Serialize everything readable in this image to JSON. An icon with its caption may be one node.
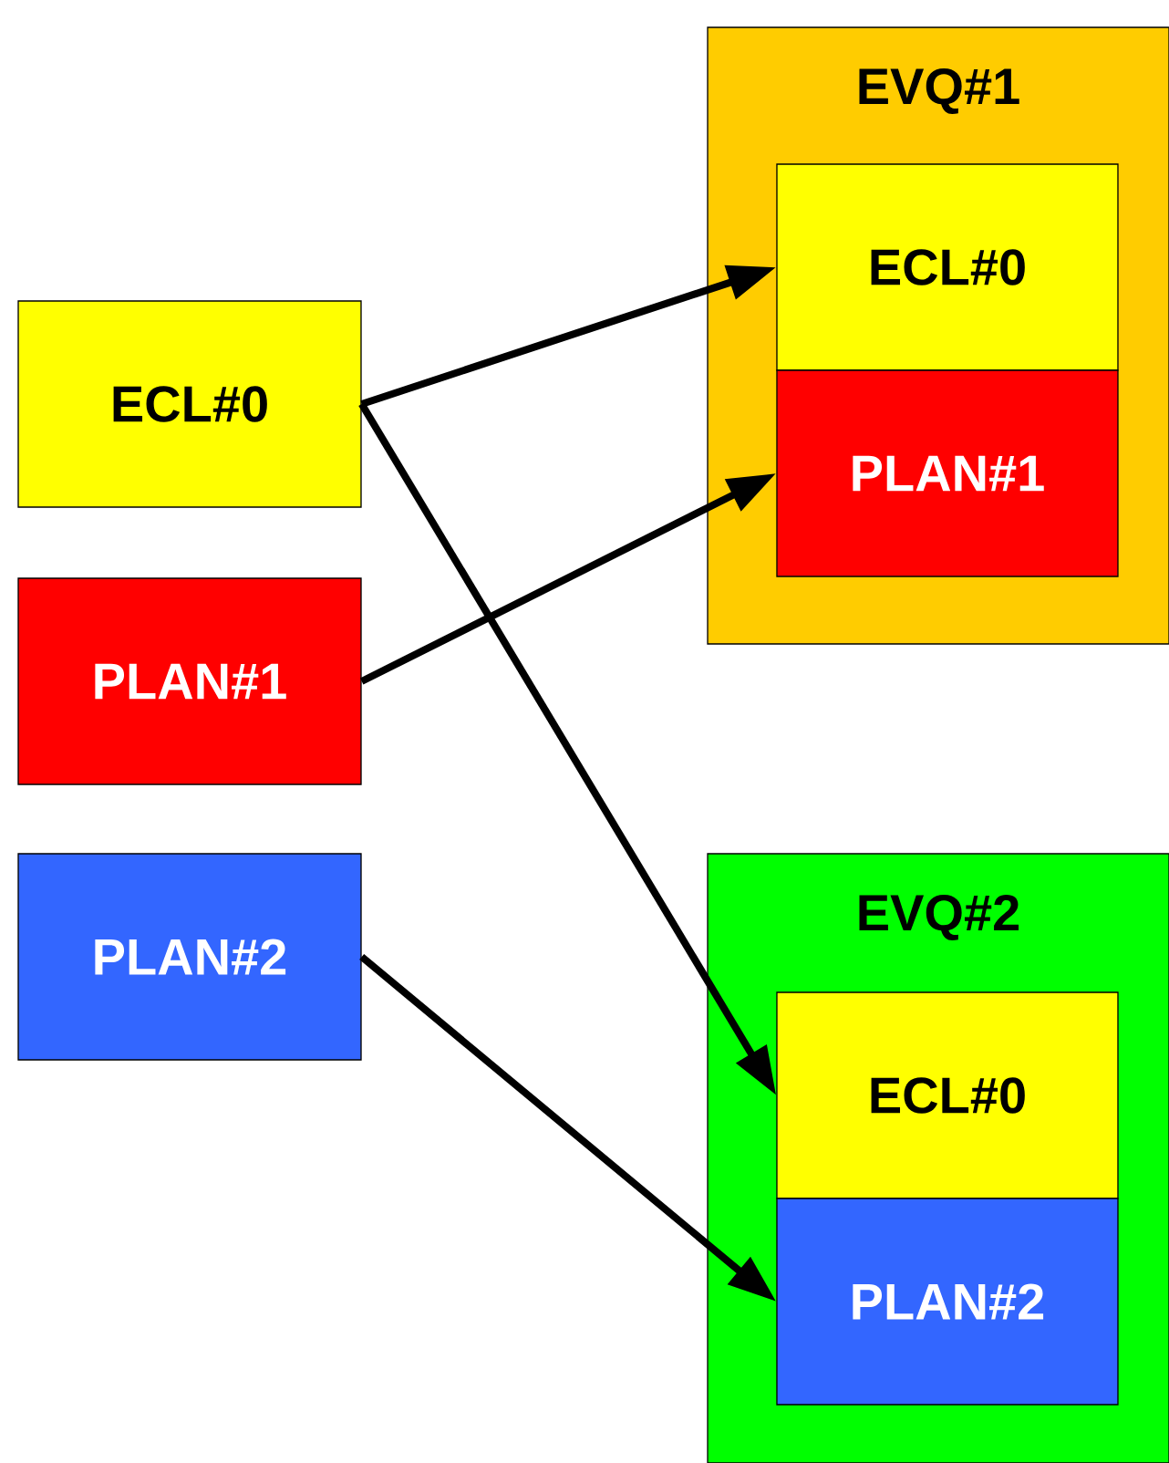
{
  "diagram": {
    "nodes": [
      {
        "text": [
          "ECL#0"
        ]
      },
      {
        "text": [
          "PLAN#1"
        ]
      },
      {
        "text": [
          "PLAN#2"
        ]
      },
      {
        "text": [
          "EVQ#1"
        ]
      },
      {
        "text": [
          "ECL#0"
        ],
        "in": 3
      },
      {
        "text": [
          "PLAN#1"
        ],
        "in": 3
      },
      {
        "text": [
          "EVQ#2"
        ]
      },
      {
        "text": [
          "ECL#0"
        ],
        "in": 6
      },
      {
        "text": [
          "PLAN#2"
        ],
        "in": 6
      }
    ],
    "edges": [
      {
        "from": 0,
        "to": 4,
        "arrow": "to"
      },
      {
        "from": 0,
        "to": 7,
        "arrow": "to"
      },
      {
        "from": 1,
        "to": 5,
        "arrow": "to"
      },
      {
        "from": 2,
        "to": 8,
        "arrow": "to"
      }
    ]
  }
}
